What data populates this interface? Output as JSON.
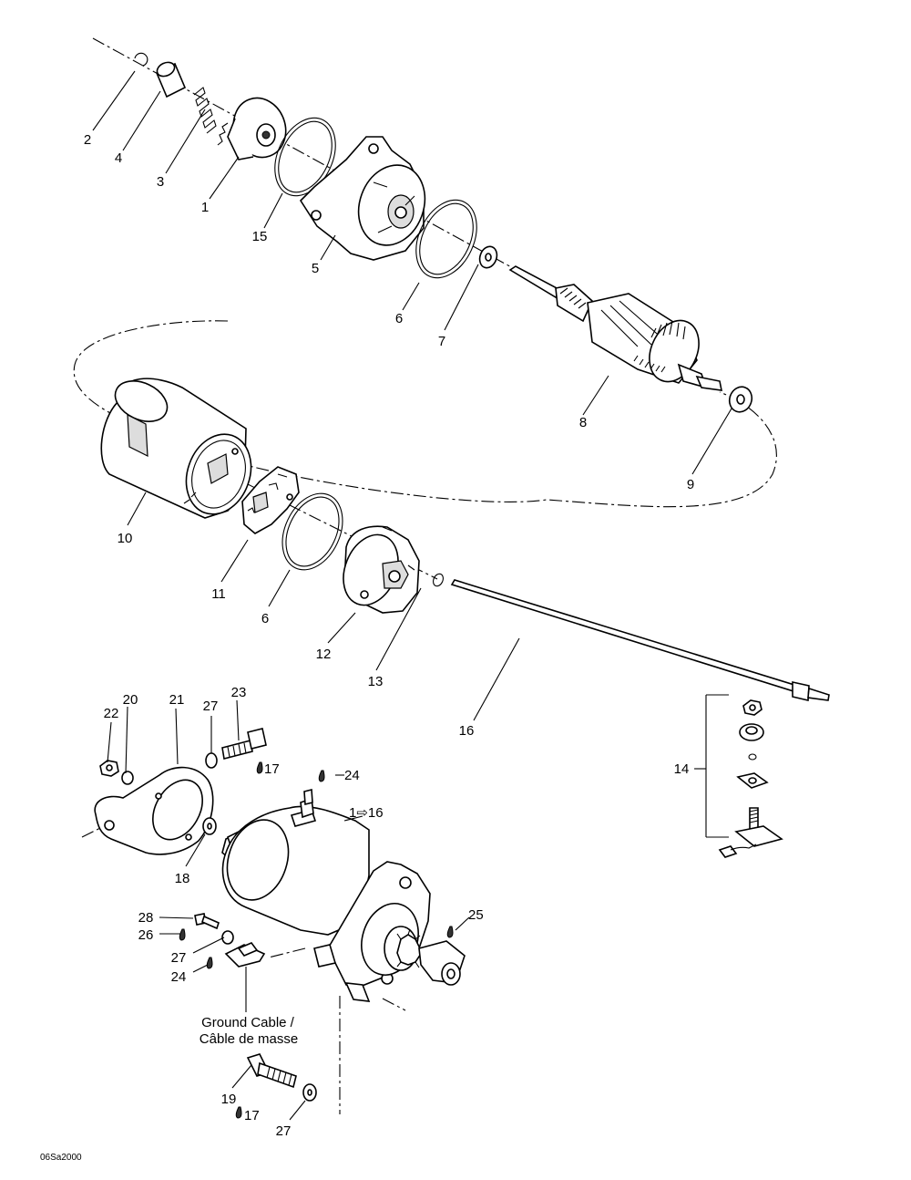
{
  "diagram": {
    "callouts": {
      "c2": "2",
      "c4": "4",
      "c3": "3",
      "c1": "1",
      "c15": "15",
      "c5": "5",
      "c6a": "6",
      "c7": "7",
      "c8": "8",
      "c9": "9",
      "c10": "10",
      "c11": "11",
      "c6b": "6",
      "c12": "12",
      "c13": "13",
      "c16": "16",
      "c14": "14",
      "c22": "22",
      "c20": "20",
      "c21": "21",
      "c27a": "27",
      "c23": "23",
      "c17a": "17",
      "c24a": "24",
      "c1to16": "1⇨16",
      "c18": "18",
      "c28": "28",
      "c26": "26",
      "c27b": "27",
      "c24b": "24",
      "c25": "25",
      "c19": "19",
      "c17b": "17",
      "c27c": "27"
    },
    "ground_cable_line1": "Ground Cable /",
    "ground_cable_line2": "Câble de masse",
    "drawing_code": "06Sa2000"
  }
}
